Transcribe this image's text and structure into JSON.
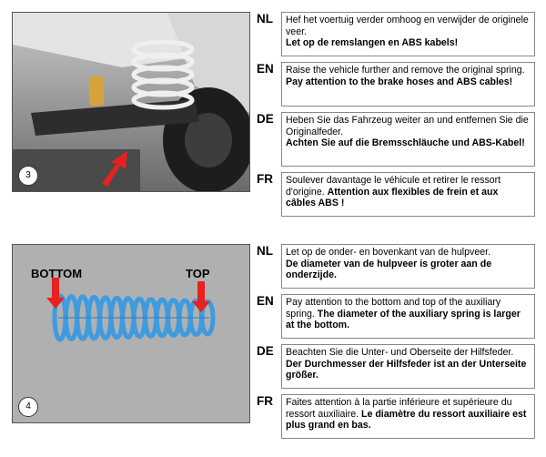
{
  "step1": {
    "number": "3",
    "rows": [
      {
        "code": "NL",
        "text": "Hef het voertuig verder omhoog en verwijder de originele veer.",
        "bold": "Let op de remslangen en ABS kabels!",
        "bold_newline": true
      },
      {
        "code": "EN",
        "text": "Raise the vehicle further and remove the original spring.",
        "bold": "Pay attention to the brake hoses and ABS cables!",
        "bold_newline": false
      },
      {
        "code": "DE",
        "text": "Heben Sie das Fahrzeug weiter an und entfernen Sie die Originalfeder.",
        "bold": "Achten Sie auf die Bremsschläuche und ABS-Kabel!",
        "bold_newline": true
      },
      {
        "code": "FR",
        "text": "Soulever davantage le véhicule et retirer le ressort d'origine.",
        "bold": "Attention aux flexibles de frein et aux câbles ABS !",
        "bold_newline": false
      }
    ]
  },
  "step2": {
    "number": "4",
    "label_bottom": "BOTTOM",
    "label_top": "TOP",
    "rows": [
      {
        "code": "NL",
        "text": "Let op de onder- en bovenkant van de hulpveer.",
        "bold": "De diameter van de hulpveer is groter aan de onderzijde.",
        "bold_newline": true
      },
      {
        "code": "EN",
        "text": "Pay attention to the bottom and top of the auxiliary spring.",
        "bold": "The diameter of the auxiliary spring is larger at the bottom.",
        "bold_newline": false
      },
      {
        "code": "DE",
        "text": "Beachten Sie die Unter- und Oberseite der Hilfsfeder.",
        "bold": "Der Durchmesser der Hilfsfeder ist an der Unterseite größer.",
        "bold_newline": false
      },
      {
        "code": "FR",
        "text": "Faites attention à la partie inférieure et supérieure du ressort auxiliaire.",
        "bold": "Le diamètre du ressort auxiliaire est plus grand en bas.",
        "bold_newline": false
      }
    ]
  },
  "colors": {
    "arrow": "#e8201e",
    "spring": "#3f9be0"
  }
}
